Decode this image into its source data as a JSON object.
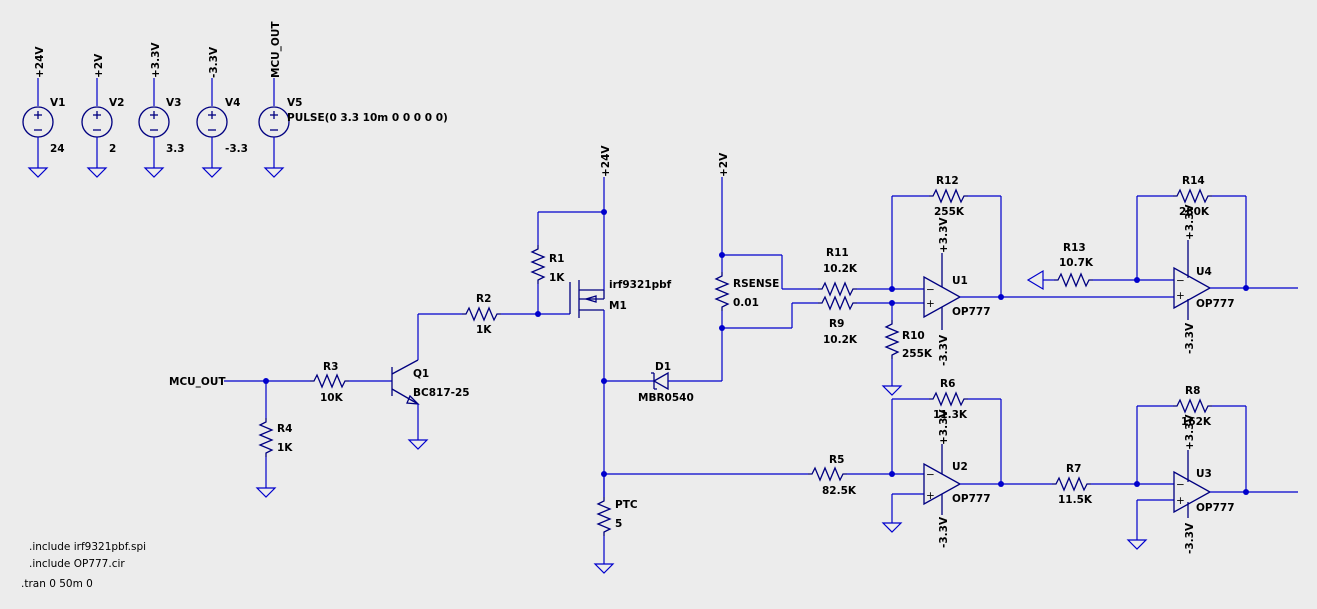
{
  "sources": [
    {
      "rail": "+24V",
      "name": "V1",
      "value": "24"
    },
    {
      "rail": "+2V",
      "name": "V2",
      "value": "2"
    },
    {
      "rail": "+3.3V",
      "name": "V3",
      "value": "3.3"
    },
    {
      "rail": "-3.3V",
      "name": "V4",
      "value": "-3.3"
    },
    {
      "rail": "MCU_OUT",
      "name": "V5",
      "value": "PULSE(0 3.3 10m 0 0 0 0 0)"
    }
  ],
  "resistors": [
    {
      "name": "R1",
      "value": "1K"
    },
    {
      "name": "R2",
      "value": "1K"
    },
    {
      "name": "R3",
      "value": "10K"
    },
    {
      "name": "R4",
      "value": "1K"
    },
    {
      "name": "R5",
      "value": "82.5K"
    },
    {
      "name": "R6",
      "value": "11.3K"
    },
    {
      "name": "R7",
      "value": "11.5K"
    },
    {
      "name": "R8",
      "value": "162K"
    },
    {
      "name": "R9",
      "value": "10.2K"
    },
    {
      "name": "R10",
      "value": "255K"
    },
    {
      "name": "R11",
      "value": "10.2K"
    },
    {
      "name": "R12",
      "value": "255K"
    },
    {
      "name": "R13",
      "value": "10.7K"
    },
    {
      "name": "R14",
      "value": "280K"
    },
    {
      "name": "RSENSE",
      "value": "0.01"
    },
    {
      "name": "PTC",
      "value": "5"
    }
  ],
  "transistors": {
    "q1": {
      "name": "Q1",
      "model": "BC817-25"
    },
    "m1": {
      "name": "M1",
      "model": "irf9321pbf"
    }
  },
  "diode": {
    "name": "D1",
    "model": "MBR0540"
  },
  "opamps": [
    {
      "name": "U1",
      "model": "OP777"
    },
    {
      "name": "U2",
      "model": "OP777"
    },
    {
      "name": "U3",
      "model": "OP777"
    },
    {
      "name": "U4",
      "model": "OP777"
    }
  ],
  "nets": {
    "p24": "+24V",
    "p2": "+2V",
    "p33": "+3.3V",
    "m33": "-3.3V",
    "mcu": "MCU_OUT"
  },
  "directives": [
    ".include irf9321pbf.spi",
    ".include OP777.cir",
    ".tran 0 50m 0"
  ]
}
